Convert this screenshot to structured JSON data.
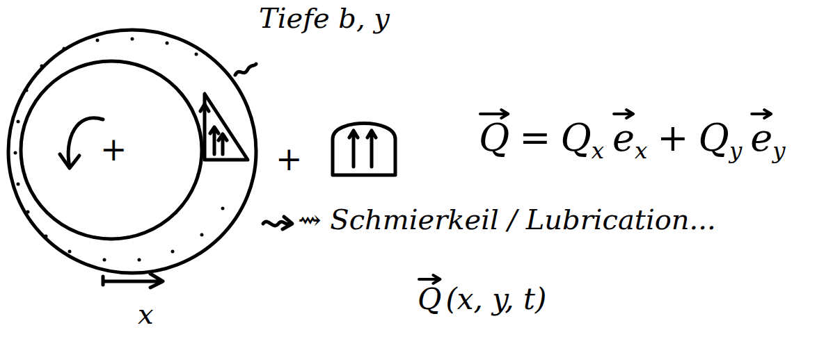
{
  "diagram": {
    "labels": [
      "Tiefe b, y",
      "+",
      "+",
      "Q",
      "=",
      "Q",
      "x",
      "e",
      "x",
      "+",
      "Q",
      "y",
      "e",
      "y",
      "⇝ Schmierkeil / Lubrication...",
      "Q",
      "(x, y, t)",
      "x"
    ]
  }
}
